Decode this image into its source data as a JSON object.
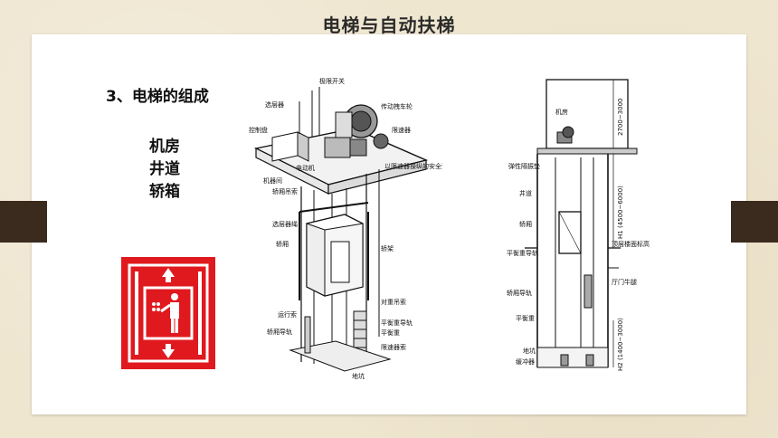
{
  "slide": {
    "title": "电梯与自动扶梯",
    "heading": "3、电梯的组成",
    "items": [
      "机房",
      "井道",
      "轿箱"
    ]
  },
  "sign": {
    "icon": "elevator-sign-icon",
    "color": "#e0191f"
  },
  "diagram_left": {
    "labels": {
      "limit_switch": "极限开关",
      "floor_selector": "选层器",
      "traction_sheave": "传动拽车轮",
      "control_panel": "控制盘",
      "speed_limiter": "限速器",
      "motor": "电动机",
      "machine_room": "机器间",
      "safety_rope": "以限速器操纵的安全索扣",
      "car_rope": "轿厢吊索",
      "selector_cable": "选层器绳",
      "car": "轿厢",
      "car_frame": "轿架",
      "counterweight_rope": "对重吊索",
      "travel_cable": "运行索",
      "cw_guide_rail": "平衡重导轨",
      "car_guide_rail": "轿厢导轨",
      "counterweight": "平衡重",
      "governor_rope": "限速器索",
      "pit": "地坑"
    }
  },
  "diagram_right": {
    "labels": {
      "machine_room": "机房",
      "dim_top": "2700~3000",
      "isolation_pad": "弹性隔振垫",
      "shaft": "井道",
      "dim_h1": "H1 (4500~6000)",
      "car": "轿厢",
      "top_floor": "顶层楼面标高",
      "cw_guide_rail": "平衡重导轨",
      "door_sill": "厅门牛腿",
      "car_guide_rail": "轿厢导轨",
      "counterweight": "平衡重",
      "pit": "地坑",
      "buffer": "缓冲器",
      "dim_h2": "H2 (1400~3000)"
    }
  }
}
